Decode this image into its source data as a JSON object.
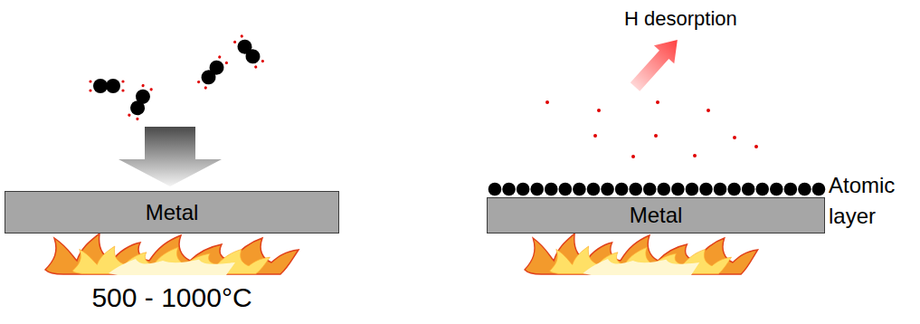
{
  "diagram": {
    "nodes": [
      {
        "text": [
          "Metal"
        ]
      },
      {
        "text": [
          "Metal"
        ]
      }
    ],
    "labels": [
      "500 - 1000°C",
      "H desorption",
      "Atomic layer"
    ]
  }
}
